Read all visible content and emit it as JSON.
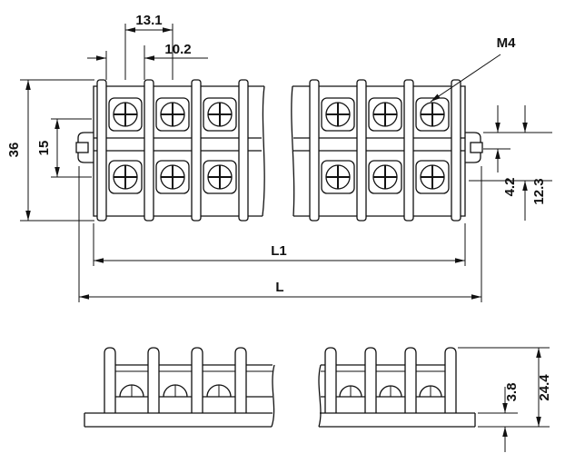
{
  "labels": {
    "dim_13_1": "13.1",
    "dim_10_2": "10.2",
    "thread_m4": "M4",
    "dim_36": "36",
    "dim_15": "15",
    "dim_l1": "L1",
    "dim_l": "L",
    "dim_4_2": "4.2",
    "dim_12_3": "12.3",
    "dim_3_8": "3.8",
    "dim_24_4": "24.4"
  },
  "colors": {
    "line": "#111111",
    "background": "#ffffff"
  }
}
